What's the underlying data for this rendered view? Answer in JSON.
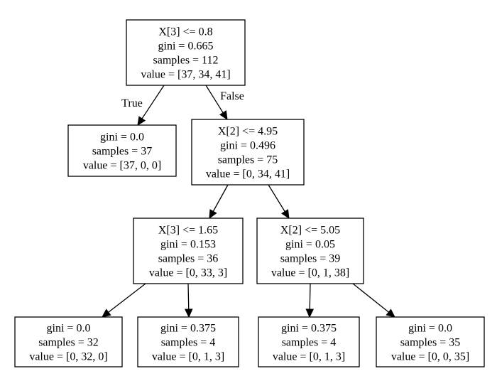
{
  "tree": {
    "nodes": {
      "root": [
        "X[3] <= 0.8",
        "gini = 0.665",
        "samples = 112",
        "value = [37, 34, 41]"
      ],
      "leaf_setosa": [
        "gini = 0.0",
        "samples = 37",
        "value = [37, 0, 0]"
      ],
      "split_petal_length": [
        "X[2] <= 4.95",
        "gini = 0.496",
        "samples = 75",
        "value = [0, 34, 41]"
      ],
      "split_petal_width": [
        "X[3] <= 1.65",
        "gini = 0.153",
        "samples = 36",
        "value = [0, 33, 3]"
      ],
      "split_petal_length_2": [
        "X[2] <= 5.05",
        "gini = 0.05",
        "samples = 39",
        "value = [0, 1, 38]"
      ],
      "leaf_a": [
        "gini = 0.0",
        "samples = 32",
        "value = [0, 32, 0]"
      ],
      "leaf_b": [
        "gini = 0.375",
        "samples = 4",
        "value = [0, 1, 3]"
      ],
      "leaf_c": [
        "gini = 0.375",
        "samples = 4",
        "value = [0, 1, 3]"
      ],
      "leaf_d": [
        "gini = 0.0",
        "samples = 35",
        "value = [0, 0, 35]"
      ]
    },
    "edge_labels": {
      "true": "True",
      "false": "False"
    }
  }
}
